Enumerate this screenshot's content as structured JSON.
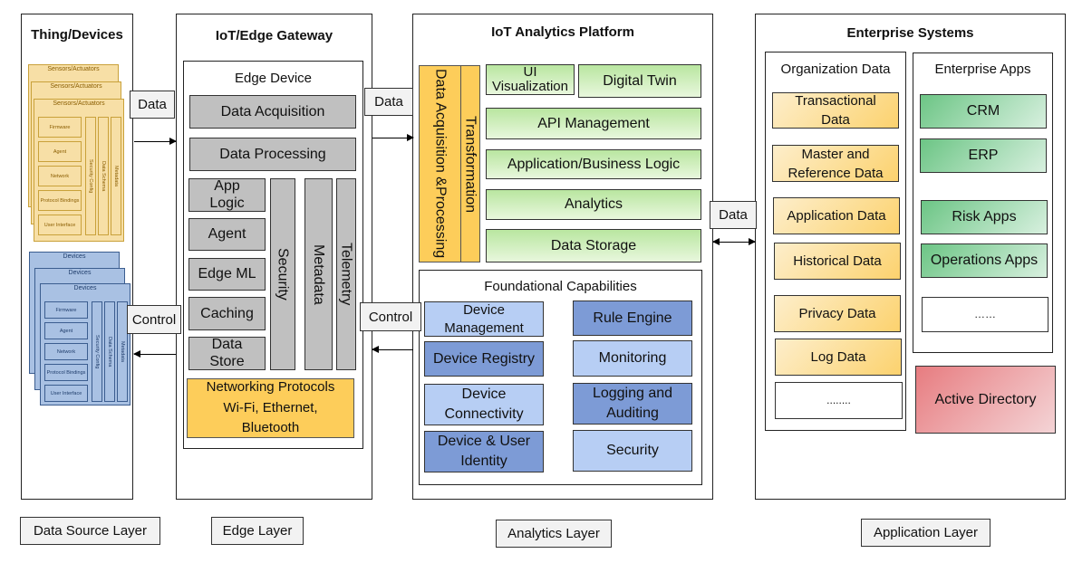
{
  "columns": {
    "things": {
      "title": "Thing/Devices",
      "sensor_card_title": "Sensors/Actuators",
      "device_card_title": "Devices",
      "card_items": [
        "Firmware",
        "Agent",
        "Network",
        "Protocol Bindings",
        "User Interface"
      ],
      "card_side_items": [
        "Security Config",
        "Data Schema",
        "Metadata"
      ]
    },
    "edge": {
      "title": "IoT/Edge  Gateway",
      "device_title": "Edge Device",
      "rows": [
        "Data Acquisition",
        "Data Processing"
      ],
      "left_stack": [
        "App Logic",
        "Agent",
        "Edge ML",
        "Caching",
        "Data Store"
      ],
      "vertical": [
        "Security",
        "Metadata",
        "Telemetry"
      ],
      "networking": [
        "Networking Protocols",
        "Wi-Fi, Ethernet,",
        "Bluetooth"
      ]
    },
    "analytics": {
      "title": "IoT Analytics Platform",
      "acq_vertical": [
        "Data Acquisition &",
        "Processing"
      ],
      "transformation": "Transformation",
      "ui_viz": "UI Visualization",
      "digital_twin": "Digital Twin",
      "rows": [
        "API Management",
        "Application/Business Logic",
        "Analytics",
        "Data Storage"
      ],
      "foundational_title": "Foundational Capabilities",
      "foundational_left": [
        "Device Management",
        "Device Registry",
        "Device Connectivity",
        "Device & User Identity"
      ],
      "foundational_right": [
        "Rule Engine",
        "Monitoring",
        "Logging and Auditing",
        "Security"
      ]
    },
    "enterprise": {
      "title": "Enterprise Systems",
      "org_title": "Organization Data",
      "org_items": [
        "Transactional Data",
        "Master and Reference Data",
        "Application Data",
        "Historical Data",
        "Privacy Data",
        "Log Data",
        "........"
      ],
      "apps_title": "Enterprise Apps",
      "app_items": [
        "CRM",
        "ERP",
        "Risk Apps",
        "Operations Apps",
        "……"
      ],
      "active_directory": "Active Directory"
    }
  },
  "connectors": {
    "data": "Data",
    "control": "Control"
  },
  "layers": [
    "Data Source Layer",
    "Edge Layer",
    "Analytics Layer",
    "Application Layer"
  ]
}
